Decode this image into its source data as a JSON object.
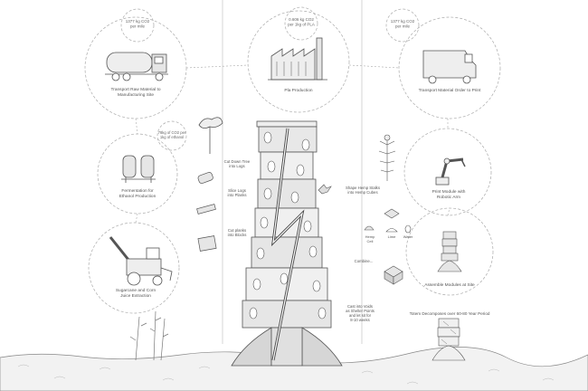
{
  "bubbles": {
    "truck_co2": "1377 kg CO2\nper mile",
    "factory_co2": "0.606 kg CO2\nper 1kg of PLA",
    "van_co2": "1377 kg CO2\nper mile",
    "ethanol_co2": "78kg of CO2 per\n1kg of ethanol"
  },
  "captions": {
    "transport_raw": "Transport Raw Material to\nManufacturing Site",
    "pla_production": "Pla Production",
    "transport_order": "Transport Material Order to Print",
    "fermentation": "Fermentation for\nEthanol Production",
    "sugarcane": "Sugarcane and Corn\nJuice Extraction",
    "print_module": "Print Module with\nRobotic Arm",
    "assemble": "Assemble Modules at Site",
    "decompose": "Totem Decomposes over 60-80 Year Period"
  },
  "steps": {
    "cut_down": "Cut Down Tree\ninto Logs",
    "slice_logs": "Slice Logs\ninto Planks",
    "cut_planks": "Cut planks\ninto Blocks",
    "shape_hemp": "Shape Hemp Stalks\ninto Hemp Cubes",
    "hemp_cell": "Hemp\nCell",
    "lime": "Lime",
    "water": "Water",
    "combine": "Combine...",
    "voids": "Cast into Voids\nas Shelter Points\nand let sit for\n8-10 weeks"
  },
  "colors": {
    "line": "#555555",
    "dash": "#999999",
    "fill_light": "#e6e6e6",
    "fill_mid": "#cfcfcf",
    "ground": "#f2f2f2"
  }
}
